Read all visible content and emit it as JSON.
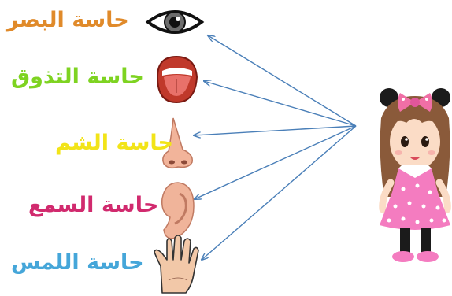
{
  "senses": [
    {
      "label": "حاسة البصر",
      "icon": "eye-icon",
      "color": "#e08a2a"
    },
    {
      "label": "حاسة التذوق",
      "icon": "mouth-icon",
      "color": "#7ed321"
    },
    {
      "label": "حاسة الشم",
      "icon": "nose-icon",
      "color": "#f2e418"
    },
    {
      "label": "حاسة السمع",
      "icon": "ear-icon",
      "color": "#d12a6e"
    },
    {
      "label": "حاسة اللمس",
      "icon": "hand-icon",
      "color": "#45a6d9"
    }
  ],
  "figure": {
    "icon": "girl-figure-icon"
  },
  "arrow_color": "#4a7fb8"
}
